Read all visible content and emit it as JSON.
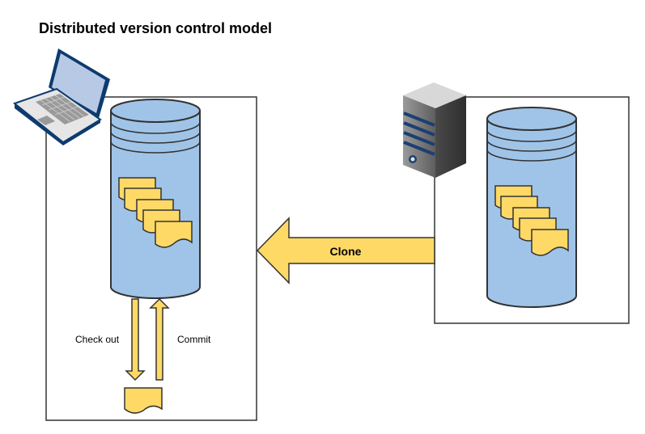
{
  "title": "Distributed version control model",
  "labels": {
    "checkout": "Check out",
    "commit": "Commit",
    "clone": "Clone"
  },
  "icons": {
    "local": "laptop-icon",
    "remote": "server-icon"
  },
  "colors": {
    "database_fill": "#a0c4e8",
    "document_fill": "#ffd966",
    "arrow_fill": "#ffd966",
    "outline": "#333333"
  }
}
